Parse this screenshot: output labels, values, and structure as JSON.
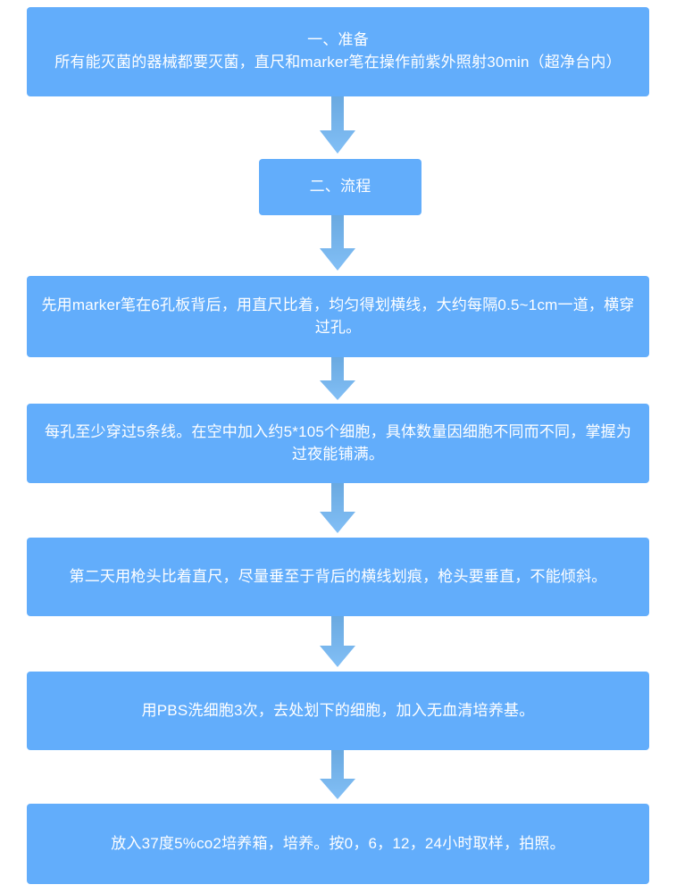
{
  "document": {
    "title": "细胞划痕实验流程图",
    "background_color": "#ffffff",
    "node_fill_color": "#62adfb",
    "node_text_color": "#ffffff",
    "arrow_gradient_top": "#6aa9e0",
    "arrow_gradient_bottom": "#7fbdf5"
  },
  "flow": {
    "nodes": [
      {
        "id": "node-0",
        "shape": "rounded-rect",
        "width": "wide",
        "text": "一、准备\n所有能灭菌的器械都要灭菌，直尺和marker笔在操作前紫外照射30min（超净台内）"
      },
      {
        "id": "node-1",
        "shape": "rounded-rect",
        "width": "narrow",
        "text": "二、流程"
      },
      {
        "id": "node-2",
        "shape": "rounded-rect",
        "width": "wide",
        "text": "先用marker笔在6孔板背后，用直尺比着，均匀得划横线，大约每隔0.5~1cm一道，横穿过孔。"
      },
      {
        "id": "node-3",
        "shape": "rounded-rect",
        "width": "wide",
        "text": "每孔至少穿过5条线。在空中加入约5*105个细胞，具体数量因细胞不同而不同，掌握为过夜能铺满。"
      },
      {
        "id": "node-4",
        "shape": "rounded-rect",
        "width": "wide",
        "text": "第二天用枪头比着直尺，尽量垂至于背后的横线划痕，枪头要垂直，不能倾斜。"
      },
      {
        "id": "node-5",
        "shape": "rounded-rect",
        "width": "wide",
        "text": "用PBS洗细胞3次，去处划下的细胞，加入无血清培养基。"
      },
      {
        "id": "node-6",
        "shape": "rounded-rect",
        "width": "wide",
        "text": "放入37度5%co2培养箱，培养。按0，6，12，24小时取样，拍照。"
      }
    ],
    "connectors": [
      {
        "id": "arrow-0",
        "icon": "arrow-down-icon",
        "from": "node-0",
        "to": "node-1"
      },
      {
        "id": "arrow-1",
        "icon": "arrow-down-icon",
        "from": "node-1",
        "to": "node-2"
      },
      {
        "id": "arrow-2",
        "icon": "arrow-down-icon",
        "from": "node-2",
        "to": "node-3"
      },
      {
        "id": "arrow-3",
        "icon": "arrow-down-icon",
        "from": "node-3",
        "to": "node-4"
      },
      {
        "id": "arrow-4",
        "icon": "arrow-down-icon",
        "from": "node-4",
        "to": "node-5"
      },
      {
        "id": "arrow-5",
        "icon": "arrow-down-icon",
        "from": "node-5",
        "to": "node-6"
      }
    ]
  }
}
